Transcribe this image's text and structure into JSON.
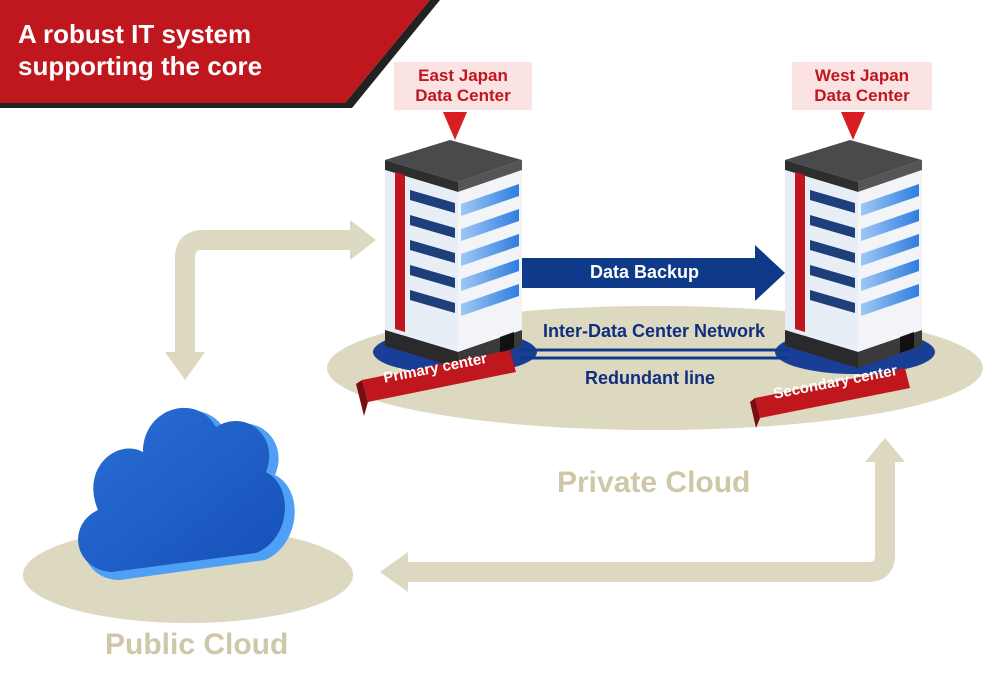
{
  "header": {
    "title": "A robust IT system supporting the core"
  },
  "east_dc": {
    "label": "East Japan Data Center",
    "ribbon": "Primary center"
  },
  "west_dc": {
    "label": "West Japan Data Center",
    "ribbon": "Secondary center"
  },
  "links": {
    "backup": "Data Backup",
    "network": "Inter-Data Center Network",
    "redundant": "Redundant line"
  },
  "private_cloud": {
    "label": "Private Cloud"
  },
  "public_cloud": {
    "label": "Public Cloud"
  },
  "colors": {
    "brand_red": "#c0161e",
    "navy": "#0f3a8a",
    "tan": "#ddd8c0",
    "tan_text": "#cfc8a8",
    "cloud_blue": "#1b5fc8",
    "callout_bg": "#fbe3e3"
  }
}
